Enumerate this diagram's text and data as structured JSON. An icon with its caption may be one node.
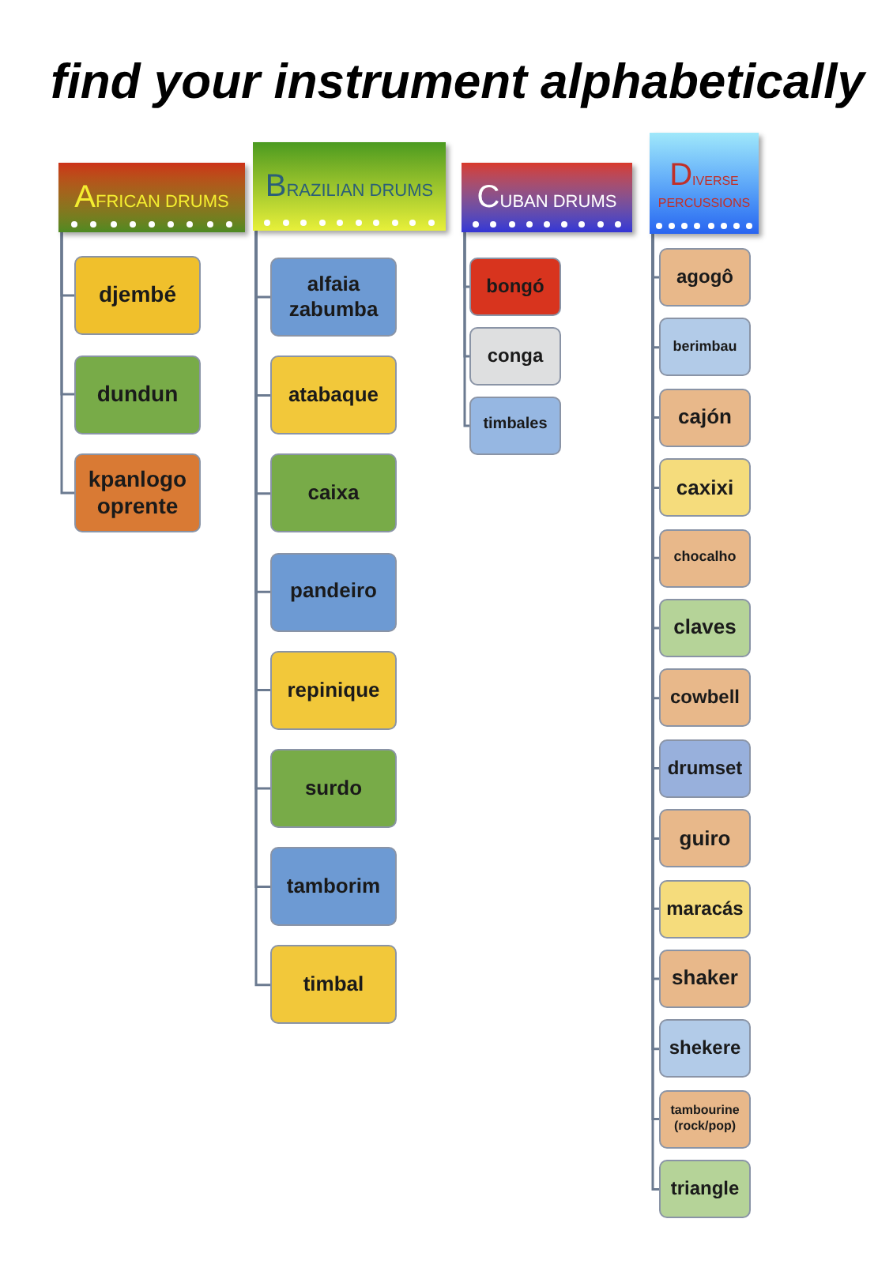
{
  "diagram": {
    "title": "find your instrument alphabetically",
    "nodes": [
      {
        "text": [
          "AFRICAN DRUMS"
        ]
      },
      {
        "text": [
          "djembé"
        ]
      },
      {
        "text": [
          "dundun"
        ]
      },
      {
        "text": [
          "kpanlogo oprente"
        ]
      },
      {
        "text": [
          "BRAZILIAN DRUMS"
        ]
      },
      {
        "text": [
          "alfaia zabumba"
        ]
      },
      {
        "text": [
          "atabaque"
        ]
      },
      {
        "text": [
          "caixa"
        ]
      },
      {
        "text": [
          "pandeiro"
        ]
      },
      {
        "text": [
          "repinique"
        ]
      },
      {
        "text": [
          "surdo"
        ]
      },
      {
        "text": [
          "tamborim"
        ]
      },
      {
        "text": [
          "timbal"
        ]
      },
      {
        "text": [
          "CUBAN DRUMS"
        ]
      },
      {
        "text": [
          "bongó"
        ]
      },
      {
        "text": [
          "conga"
        ]
      },
      {
        "text": [
          "timbales"
        ]
      },
      {
        "text": [
          "DIVERSE PERCUSSIONS"
        ]
      },
      {
        "text": [
          "agogô"
        ]
      },
      {
        "text": [
          "berimbau"
        ]
      },
      {
        "text": [
          "cajón"
        ]
      },
      {
        "text": [
          "caxixi"
        ]
      },
      {
        "text": [
          "chocalho"
        ]
      },
      {
        "text": [
          "claves"
        ]
      },
      {
        "text": [
          "cowbell"
        ]
      },
      {
        "text": [
          "drumset"
        ]
      },
      {
        "text": [
          "guiro"
        ]
      },
      {
        "text": [
          "maracás"
        ]
      },
      {
        "text": [
          "shaker"
        ]
      },
      {
        "text": [
          "shekere"
        ]
      },
      {
        "text": [
          "tambourine (rock/pop)"
        ]
      },
      {
        "text": [
          "triangle"
        ]
      }
    ],
    "edges": [
      {
        "from": 0,
        "to": 1,
        "arrow": "none"
      },
      {
        "from": 0,
        "to": 2,
        "arrow": "none"
      },
      {
        "from": 0,
        "to": 3,
        "arrow": "none"
      },
      {
        "from": 4,
        "to": 5,
        "arrow": "none"
      },
      {
        "from": 4,
        "to": 6,
        "arrow": "none"
      },
      {
        "from": 4,
        "to": 7,
        "arrow": "none"
      },
      {
        "from": 4,
        "to": 8,
        "arrow": "none"
      },
      {
        "from": 4,
        "to": 9,
        "arrow": "none"
      },
      {
        "from": 4,
        "to": 10,
        "arrow": "none"
      },
      {
        "from": 4,
        "to": 11,
        "arrow": "none"
      },
      {
        "from": 4,
        "to": 12,
        "arrow": "none"
      },
      {
        "from": 13,
        "to": 14,
        "arrow": "none"
      },
      {
        "from": 13,
        "to": 15,
        "arrow": "none"
      },
      {
        "from": 13,
        "to": 16,
        "arrow": "none"
      },
      {
        "from": 17,
        "to": 18,
        "arrow": "none"
      },
      {
        "from": 17,
        "to": 19,
        "arrow": "none"
      },
      {
        "from": 17,
        "to": 20,
        "arrow": "none"
      },
      {
        "from": 17,
        "to": 21,
        "arrow": "none"
      },
      {
        "from": 17,
        "to": 22,
        "arrow": "none"
      },
      {
        "from": 17,
        "to": 23,
        "arrow": "none"
      },
      {
        "from": 17,
        "to": 24,
        "arrow": "none"
      },
      {
        "from": 17,
        "to": 25,
        "arrow": "none"
      },
      {
        "from": 17,
        "to": 26,
        "arrow": "none"
      },
      {
        "from": 17,
        "to": 27,
        "arrow": "none"
      },
      {
        "from": 17,
        "to": 28,
        "arrow": "none"
      },
      {
        "from": 17,
        "to": 29,
        "arrow": "none"
      },
      {
        "from": 17,
        "to": 30,
        "arrow": "none"
      },
      {
        "from": 17,
        "to": 31,
        "arrow": "none"
      }
    ]
  }
}
